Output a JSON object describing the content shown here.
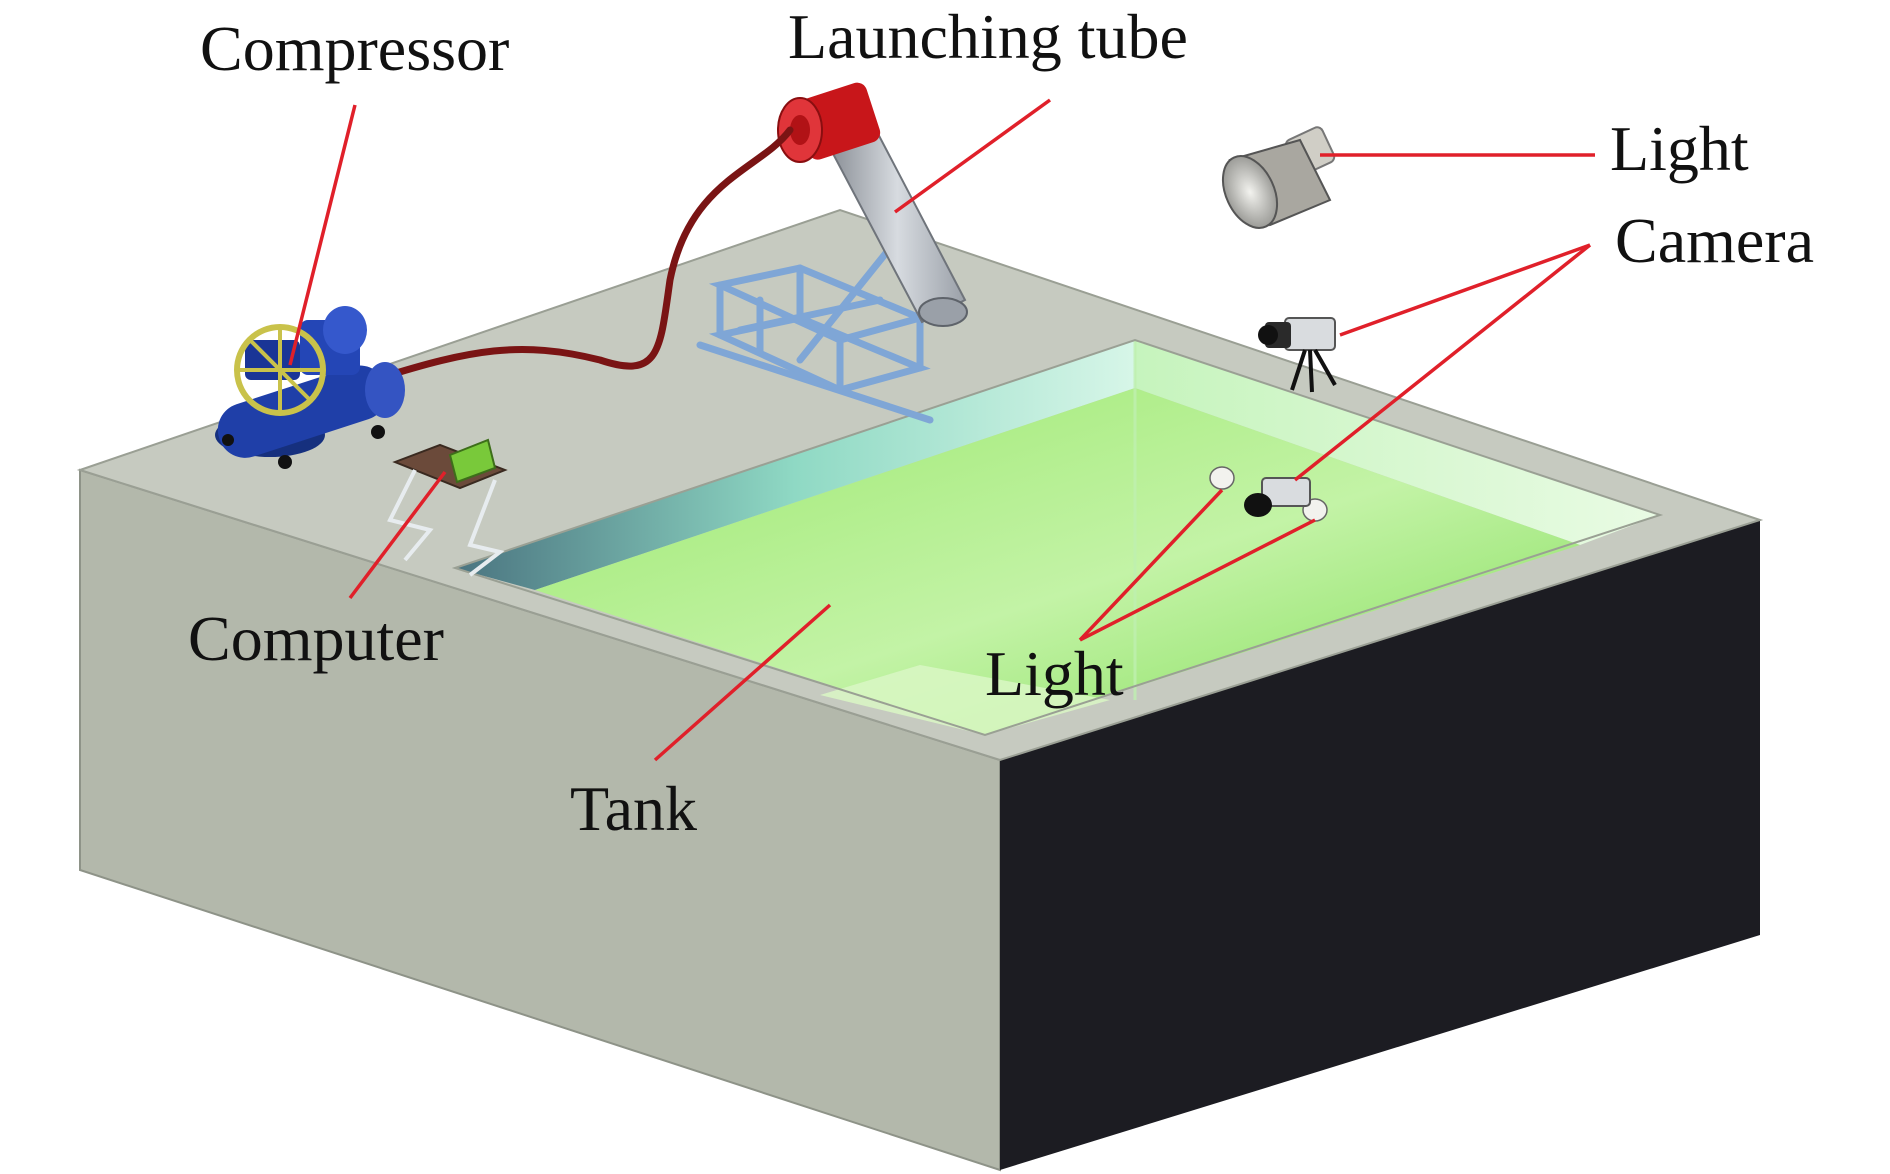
{
  "labels": {
    "compressor": "Compressor",
    "launching_tube": "Launching tube",
    "light_top": "Light",
    "camera": "Camera",
    "computer": "Computer",
    "tank": "Tank",
    "light_tank": "Light"
  },
  "colors": {
    "leader_line": "#e0202a",
    "water": "#86e25e",
    "tank_wall": "#b3b8ab",
    "tank_top": "#c6cac0",
    "tank_front_dark": "#1c1c22",
    "compressor_body": "#1f3fa8",
    "launcher_cylinder": "#c8161a",
    "frame": "#7fa6d6"
  }
}
